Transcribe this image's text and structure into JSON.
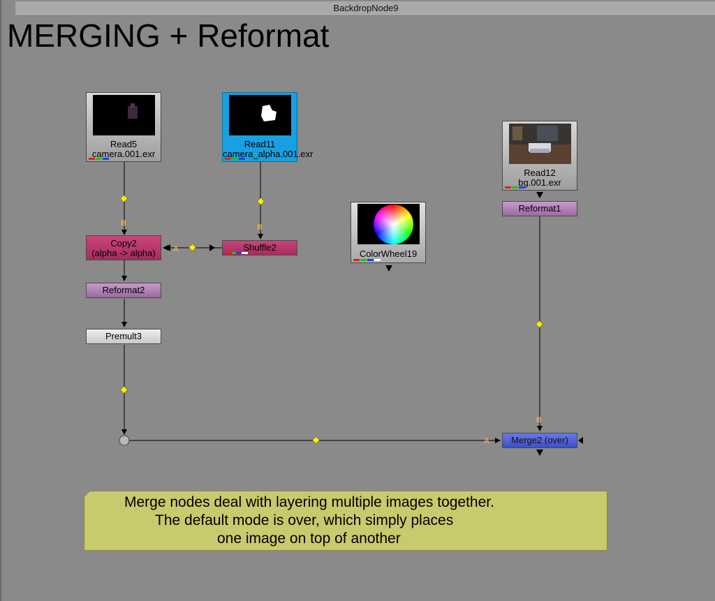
{
  "backdrop": {
    "name": "BackdropNode9",
    "heading": "MERGING + Reformat"
  },
  "nodes": {
    "read5": {
      "name": "Read5",
      "file": "camera.001.exr"
    },
    "read11": {
      "name": "Read11",
      "file": "camera_alpha.001.exr"
    },
    "read12": {
      "name": "Read12",
      "file": "bg.001.exr"
    },
    "copy2": {
      "name": "Copy2",
      "sub": "(alpha -> alpha)"
    },
    "shuffle2": {
      "name": "Shuffle2"
    },
    "reformat1": {
      "name": "Reformat1"
    },
    "reformat2": {
      "name": "Reformat2"
    },
    "premult3": {
      "name": "Premult3"
    },
    "colorwheel19": {
      "name": "ColorWheel19"
    },
    "merge2": {
      "name": "Merge2 (over)"
    }
  },
  "pins": {
    "copy_b": "B",
    "copy_a": "A",
    "shuffle_b": "B",
    "merge_b": "B",
    "merge_a": "A"
  },
  "sticky": {
    "line1": "Merge nodes deal with layering multiple images together.",
    "line2": "The default mode is over, which simply places",
    "line3": "one image on top of another"
  },
  "colors": {
    "selected_node": "#18a0e0",
    "merge_node": "#4a5ad4",
    "copy_node": "#b8386c",
    "reformat_node": "#b080b6",
    "sticky_note": "#c9c96e",
    "wire_dot": "#ffee00"
  }
}
